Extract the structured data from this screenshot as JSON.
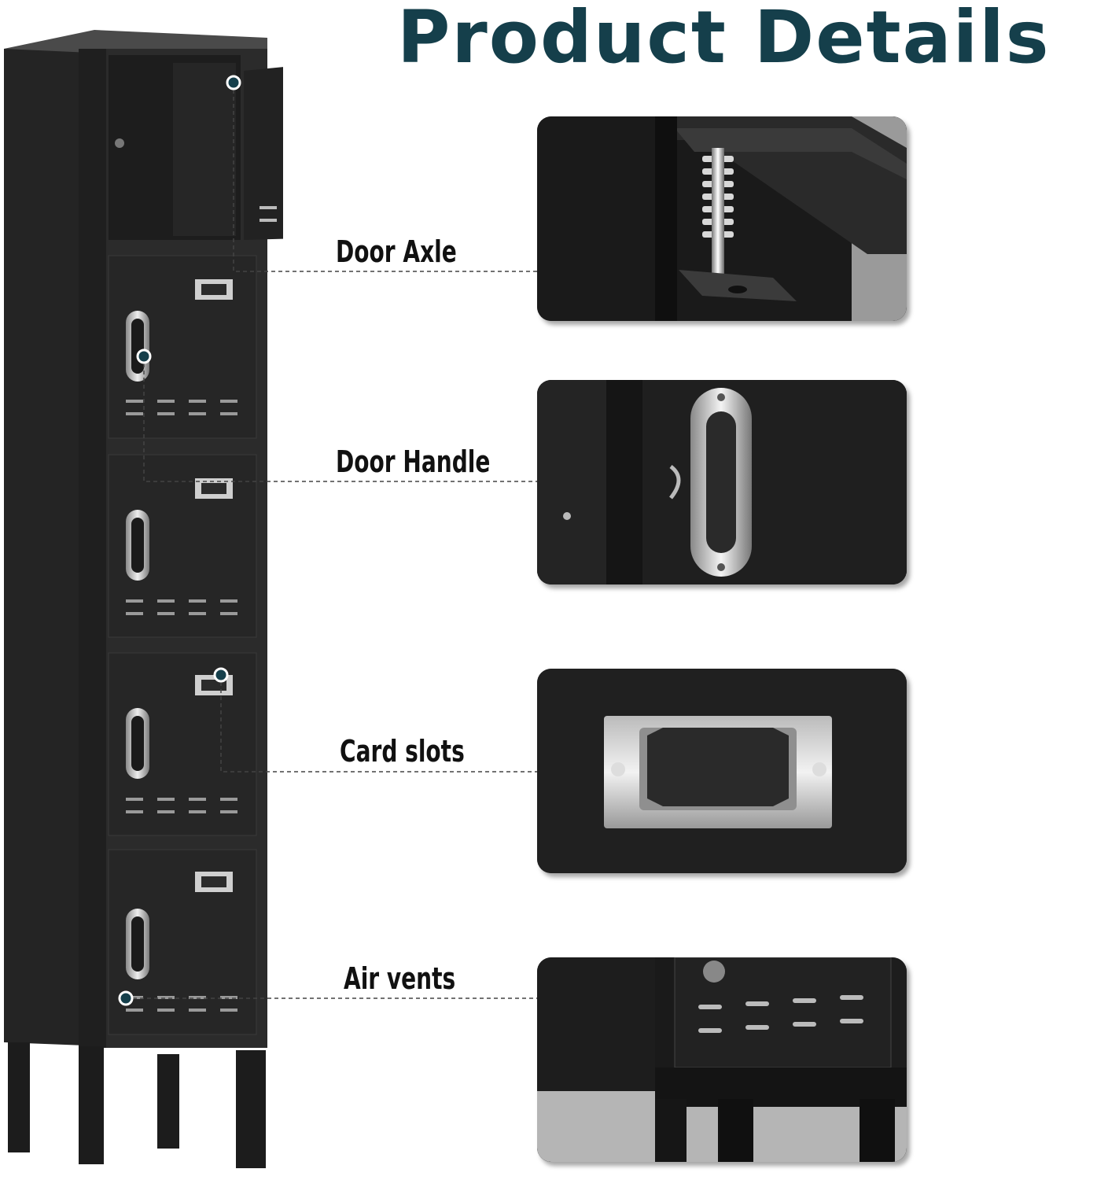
{
  "title": "Product Details",
  "features": [
    {
      "label": "Door Axle",
      "icon": "door-axle-icon"
    },
    {
      "label": "Door Handle",
      "icon": "door-handle-icon"
    },
    {
      "label": "Card slots",
      "icon": "card-slot-icon"
    },
    {
      "label": "Air vents",
      "icon": "air-vent-icon"
    }
  ],
  "colors": {
    "title": "#153f4b",
    "locker_body": "#2a2a2a",
    "panel_bg": "#1c1c1c",
    "metal": "#c8c8c8"
  }
}
